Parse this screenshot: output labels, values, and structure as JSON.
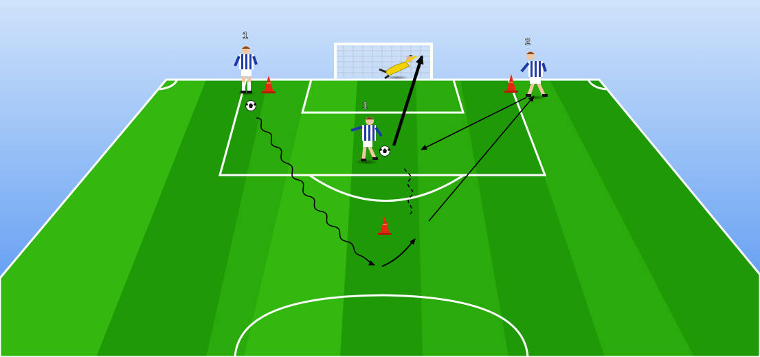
{
  "labels": {
    "player_left": "1",
    "player_center": "1",
    "player_right": "2"
  },
  "colors": {
    "sky_top": "#cfe3fb",
    "sky_bottom": "#4b8ff0",
    "grass_light": "#33b80f",
    "grass_dark": "#1f9a06",
    "lines": "#ffffff",
    "cone": "#e8280e",
    "jersey_stripe": "#1d3aa8",
    "keeper": "#f2d200",
    "arrow": "#000000"
  },
  "icons": {
    "player": "footballer-figure",
    "goalkeeper": "goalkeeper-diving-figure",
    "ball": "soccer-ball",
    "cone": "training-cone",
    "goal": "goal-net"
  }
}
